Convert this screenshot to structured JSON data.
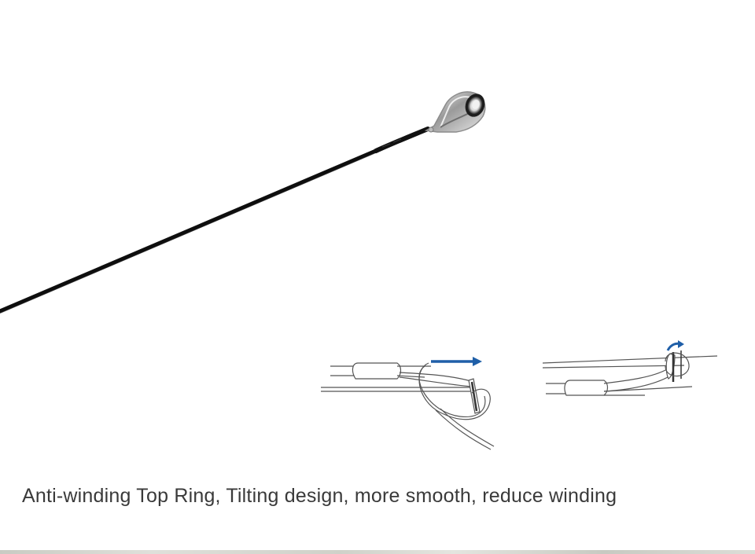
{
  "caption": {
    "text": "Anti-winding Top Ring, Tilting design, more smooth, reduce winding"
  },
  "illustration": {
    "subject": "fishing rod tip with top guide ring",
    "diagrams": [
      "line-tangle-slides-off",
      "line-flips-over-ring"
    ],
    "icons": [
      "right-arrow-icon",
      "curved-arrow-icon"
    ]
  },
  "colors": {
    "rod": "#111111",
    "ring_metal": "#b8b8b8",
    "arrow_blue": "#1f5fa8",
    "line_art": "#555555",
    "caption": "#3a3a3a"
  }
}
